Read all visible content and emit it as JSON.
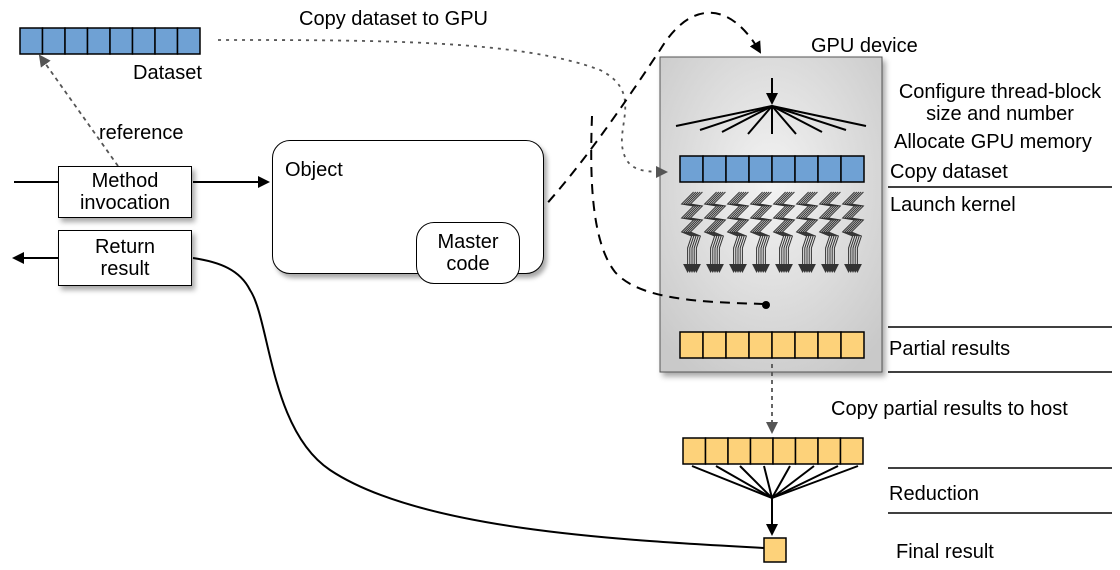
{
  "labels": {
    "copy_dataset_to_gpu": "Copy dataset to GPU",
    "gpu_device": "GPU device",
    "dataset": "Dataset",
    "reference": "reference",
    "method_invocation_line1": "Method",
    "method_invocation_line2": "invocation",
    "return_result_line1": "Return",
    "return_result_line2": "result",
    "object": "Object",
    "master_code_line1": "Master",
    "master_code_line2": "code",
    "configure_line1": "Configure thread-block",
    "configure_line2": "size and number",
    "allocate_gpu_memory": "Allocate GPU memory",
    "copy_dataset": "Copy dataset",
    "launch_kernel": "Launch kernel",
    "partial_results": "Partial results",
    "copy_partial_results": "Copy partial results to host",
    "reduction": "Reduction",
    "final_result": "Final result"
  },
  "colors": {
    "dataset_cell": "#6fa1d4",
    "result_cell": "#fdd27a",
    "gpu_panel_center": "#f3f3f3",
    "gpu_panel_edge": "#c9c9c9"
  },
  "arrays": {
    "host_dataset_cells": 8,
    "gpu_dataset_cells": 8,
    "partial_results_cells": 8,
    "host_partial_cells": 8,
    "final_result_cells": 1,
    "kernel_thread_columns": 8
  }
}
